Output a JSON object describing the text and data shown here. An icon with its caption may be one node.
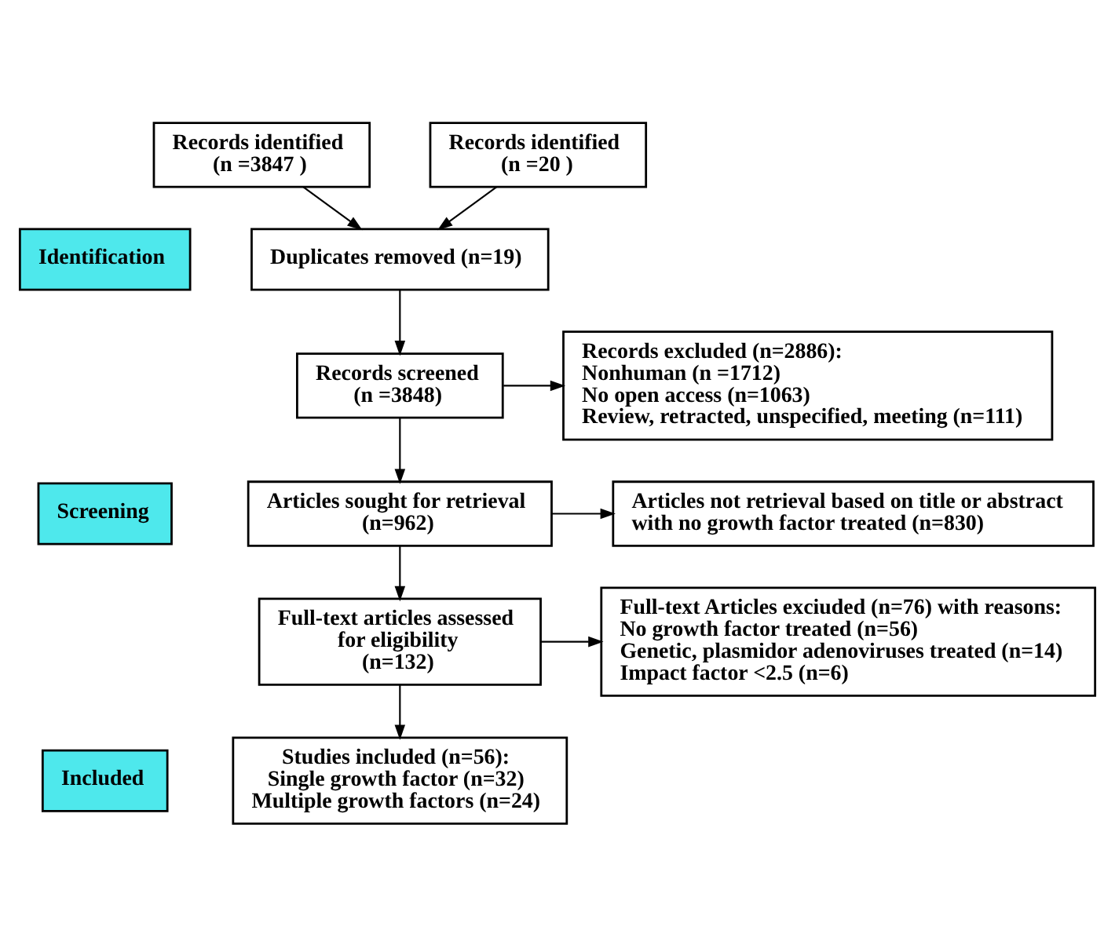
{
  "diagram": {
    "nodes": [
      {
        "text": [
          "Identification"
        ]
      },
      {
        "text": [
          "Screening"
        ]
      },
      {
        "text": [
          "Included"
        ]
      },
      {
        "text": [
          "Records identified",
          "(n =3847 )"
        ]
      },
      {
        "text": [
          "Records identified",
          "(n =20 )"
        ]
      },
      {
        "text": [
          "Duplicates removed (n=19)"
        ]
      },
      {
        "text": [
          "Records screened",
          "(n =3848)"
        ]
      },
      {
        "text": [
          "Records excluded (n=2886):",
          "Nonhuman (n =1712)",
          "No open access (n=1063)",
          "Review, retracted, unspecified, meeting (n=111)"
        ]
      },
      {
        "text": [
          "Articles sought for retrieval",
          "(n=962)"
        ]
      },
      {
        "text": [
          "Articles not retrieval based on title or abstract with no growth factor treated (n=830)"
        ]
      },
      {
        "text": [
          "Full-text articles assessed for eligibility",
          "(n=132)"
        ]
      },
      {
        "text": [
          "Full-text Articles exciuded (n=76) with reasons:",
          "No growth factor treated (n=56)",
          "Genetic, plasmidor adenoviruses treated (n=14)",
          "Impact factor <2.5 (n=6)"
        ]
      },
      {
        "text": [
          "Studies included (n=56):",
          "Single growth factor (n=32)",
          "Multiple growth factors (n=24)"
        ]
      }
    ],
    "edges": [
      {
        "from": 3,
        "to": 5,
        "arrow": "to"
      },
      {
        "from": 4,
        "to": 5,
        "arrow": "to"
      },
      {
        "from": 5,
        "to": 6,
        "arrow": "to"
      },
      {
        "from": 6,
        "to": 7,
        "arrow": "to"
      },
      {
        "from": 6,
        "to": 8,
        "arrow": "to"
      },
      {
        "from": 8,
        "to": 9,
        "arrow": "to"
      },
      {
        "from": 8,
        "to": 10,
        "arrow": "to"
      },
      {
        "from": 10,
        "to": 11,
        "arrow": "to"
      },
      {
        "from": 10,
        "to": 12,
        "arrow": "to"
      }
    ]
  }
}
